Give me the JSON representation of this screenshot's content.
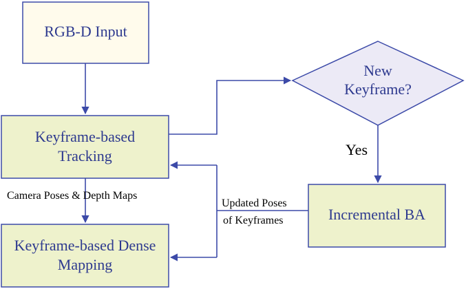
{
  "nodes": {
    "rgbd_input": {
      "label": "RGB-D Input"
    },
    "tracking": {
      "line1": "Keyframe-based",
      "line2": "Tracking"
    },
    "mapping": {
      "line1": "Keyframe-based Dense",
      "line2": "Mapping"
    },
    "new_keyframe": {
      "line1": "New",
      "line2": "Keyframe?"
    },
    "incremental_ba": {
      "label": "Incremental BA"
    }
  },
  "edge_labels": {
    "yes": "Yes",
    "camera_poses": "Camera Poses & Depth Maps",
    "updated_poses_line1": "Updated Poses",
    "updated_poses_line2": "of Keyframes"
  },
  "colors": {
    "rgbd_fill": "#fffbec",
    "process_fill": "#eef2cc",
    "decision_fill": "#eceaf6",
    "stroke": "#3c4aa8",
    "text": "#2e3a8f",
    "arrow": "#3c4aa8"
  }
}
